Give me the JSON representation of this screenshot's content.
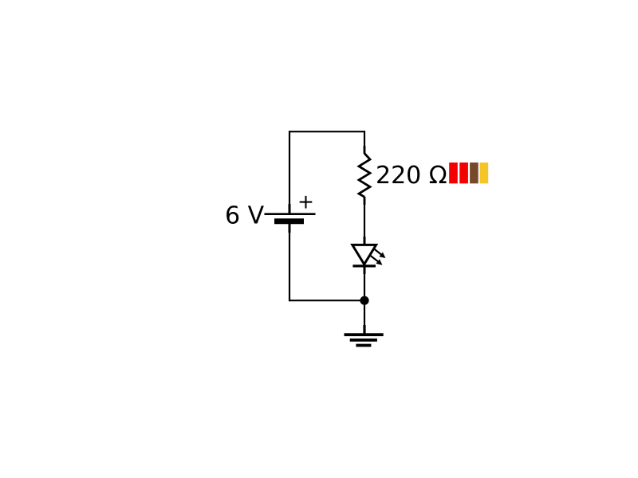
{
  "colors": {
    "background": "#ffffff",
    "ink": "#000000"
  },
  "battery": {
    "label": "6 V",
    "polarity": "+"
  },
  "resistor": {
    "label": "220 Ω",
    "bands": [
      {
        "name": "red",
        "color": "#f40000"
      },
      {
        "name": "red",
        "color": "#f40000"
      },
      {
        "name": "brown",
        "color": "#76492a"
      },
      {
        "name": "gold",
        "color": "#f5c427"
      }
    ]
  }
}
